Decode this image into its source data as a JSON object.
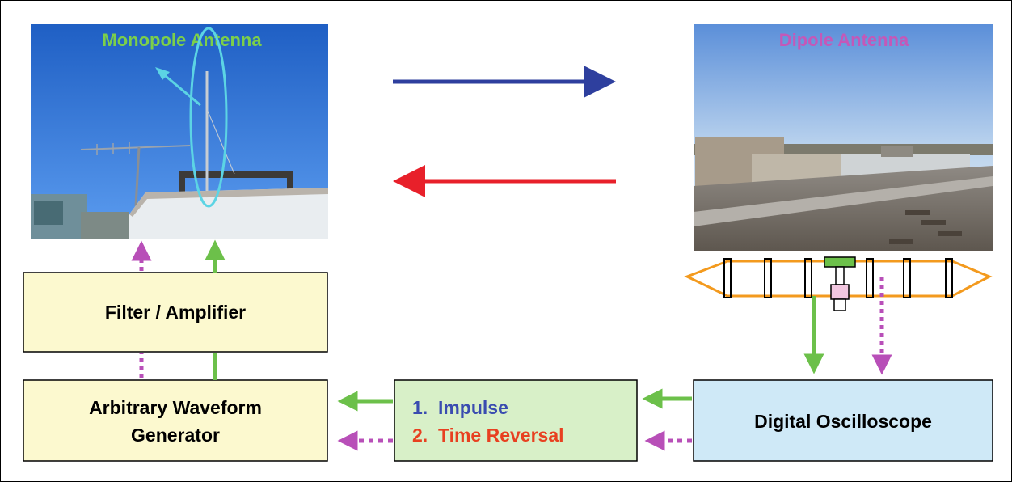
{
  "photos": {
    "left_caption": "Monopole Antenna",
    "right_caption": "Dipole Antenna"
  },
  "blocks": {
    "filter": "Filter / Amplifier",
    "awg_line1": "Arbitrary Waveform",
    "awg_line2": "Generator",
    "modes_1": "1.  Impulse",
    "modes_2": "2.  Time Reversal",
    "scope": "Digital Oscilloscope"
  },
  "colors": {
    "forward_arrow": "#2e3f9e",
    "return_arrow": "#e8202a",
    "signal_solid": "#6cc04a",
    "signal_dashed": "#b84fb8",
    "caption_monopole": "#7ccf4a",
    "caption_dipole": "#c458b8",
    "block_yellow": "#fcf9cf",
    "block_green": "#d8f0c8",
    "block_blue": "#cfe9f7",
    "dipole_outline": "#f39a1e"
  }
}
